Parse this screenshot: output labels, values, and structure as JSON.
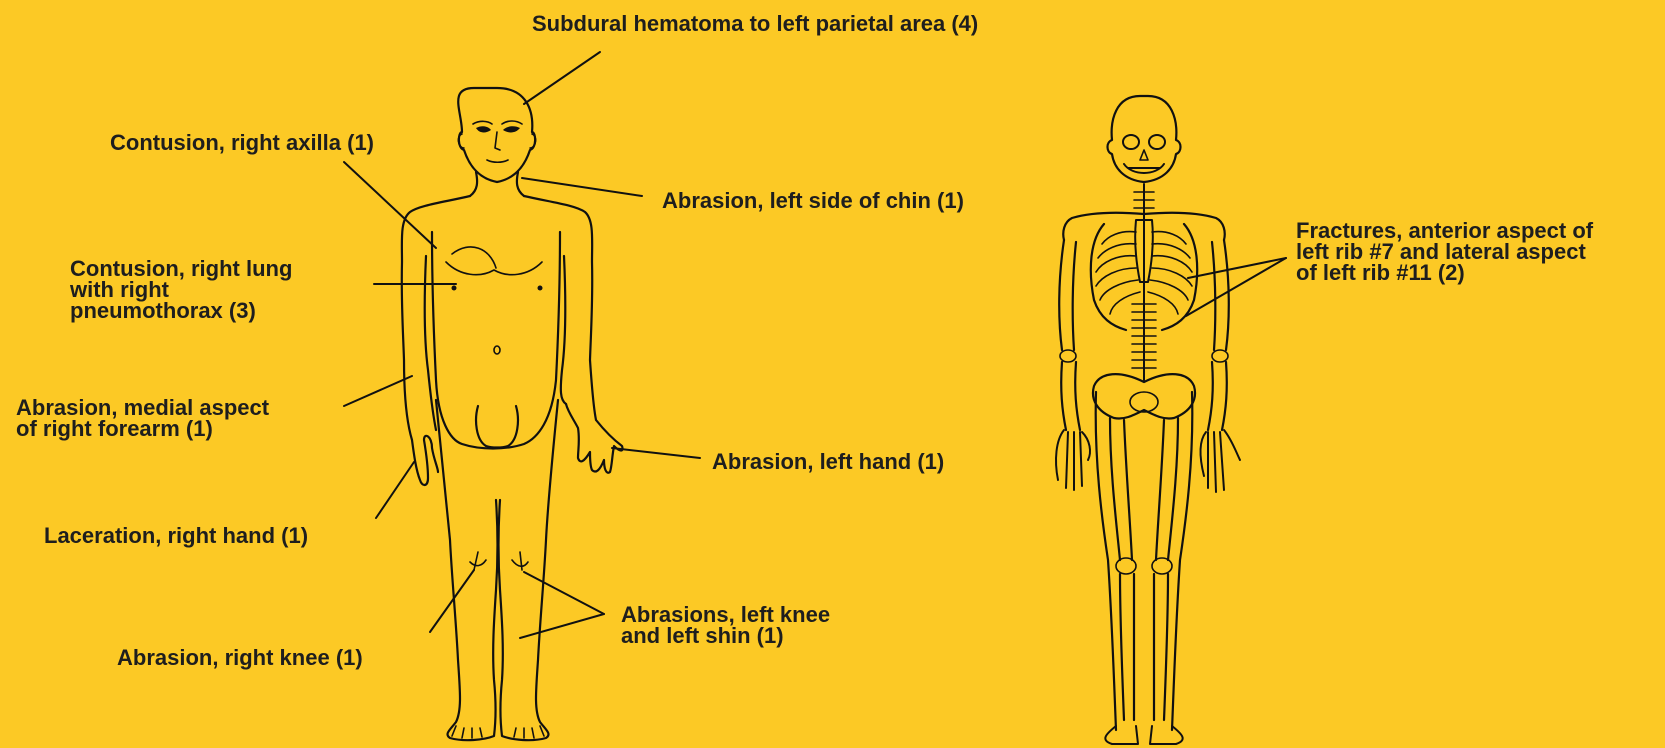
{
  "diagram": {
    "background": "#fcc925",
    "ink": "#111111",
    "figures": [
      {
        "name": "body-outline-figure"
      },
      {
        "name": "skeleton-figure"
      }
    ],
    "labels": [
      {
        "id": "head",
        "text": "Subdural hematoma to left parietal area  (4)"
      },
      {
        "id": "axilla",
        "text": "Contusion, right axilla (1)"
      },
      {
        "id": "chin",
        "text": "Abrasion, left side of chin (1)"
      },
      {
        "id": "lung",
        "text": "Contusion, right lung\nwith right\npneumothorax (3)"
      },
      {
        "id": "forearm",
        "text": "Abrasion, medial aspect\nof right forearm (1)"
      },
      {
        "id": "lefthand",
        "text": "Abrasion, left hand (1)"
      },
      {
        "id": "righthand",
        "text": "Laceration, right hand (1)"
      },
      {
        "id": "leftknee",
        "text": "Abrasions, left knee\nand left shin (1)"
      },
      {
        "id": "rightknee",
        "text": "Abrasion, right knee (1)"
      },
      {
        "id": "ribs",
        "text": "Fractures, anterior aspect of\nleft rib #7 and lateral aspect\nof left rib #11 (2)"
      }
    ]
  }
}
